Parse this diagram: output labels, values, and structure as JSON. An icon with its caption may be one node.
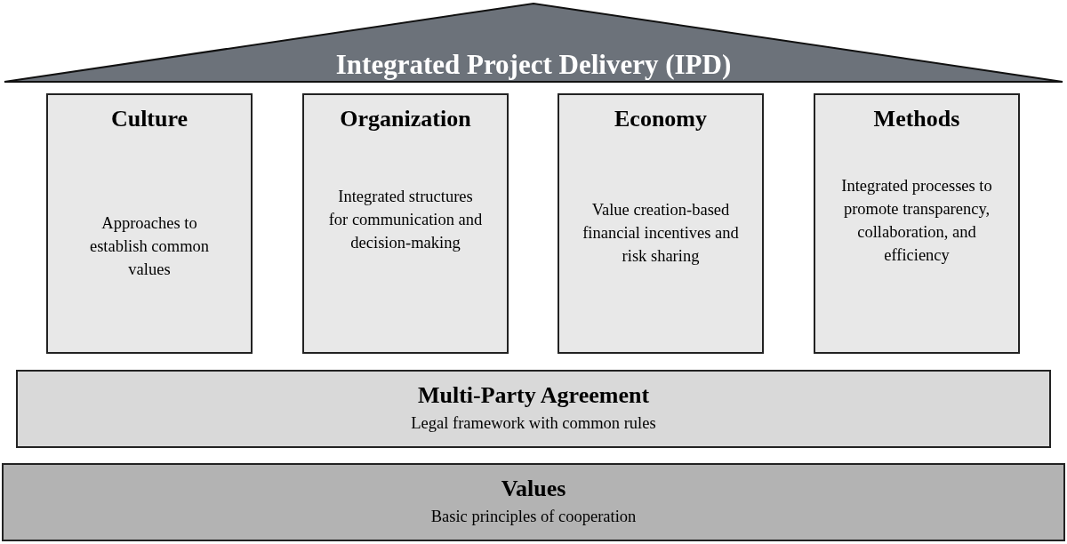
{
  "diagram": {
    "nodes": [
      {
        "text": [
          "Integrated Project Delivery (IPD)"
        ]
      },
      {
        "text": [
          "Culture",
          "Approaches to establish common values"
        ]
      },
      {
        "text": [
          "Organization",
          "Integrated structures for communication and decision-making"
        ]
      },
      {
        "text": [
          "Economy",
          "Value creation-based financial incentives and risk sharing"
        ]
      },
      {
        "text": [
          "Methods",
          "Integrated processes to promote transparency, collaboration, and efficiency"
        ]
      },
      {
        "text": [
          "Multi-Party Agreement",
          "Legal framework with common rules"
        ]
      },
      {
        "text": [
          "Values",
          "Basic principles of cooperation"
        ]
      }
    ]
  }
}
